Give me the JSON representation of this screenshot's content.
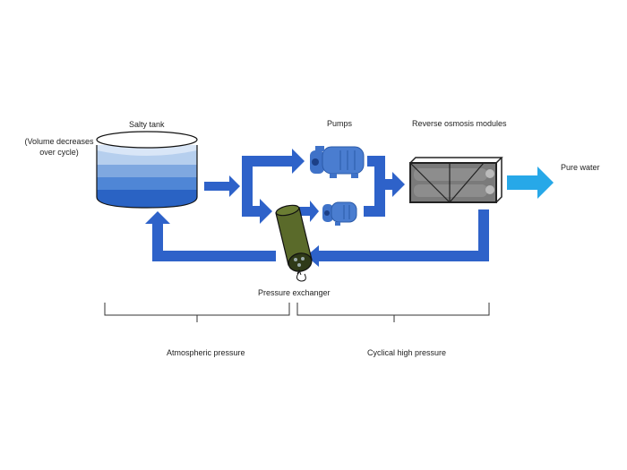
{
  "diagram": {
    "labels": {
      "salty_tank": "Salty tank",
      "volume_note_line1": "(Volume decreases",
      "volume_note_line2": "over cycle)",
      "pumps": "Pumps",
      "ro_modules": "Reverse osmosis modules",
      "pure_water": "Pure water",
      "pressure_exchanger": "Pressure exchanger",
      "atmospheric": "Atmospheric pressure",
      "cyclical_high": "Cyclical high pressure"
    },
    "colors": {
      "flow_arrow": "#2e62c9",
      "pure_water_arrow": "#27a8e8",
      "pump": "#3f72c8",
      "pressure_exchanger": "#5a6a2a",
      "ro_module": "#6b6b6b"
    }
  }
}
